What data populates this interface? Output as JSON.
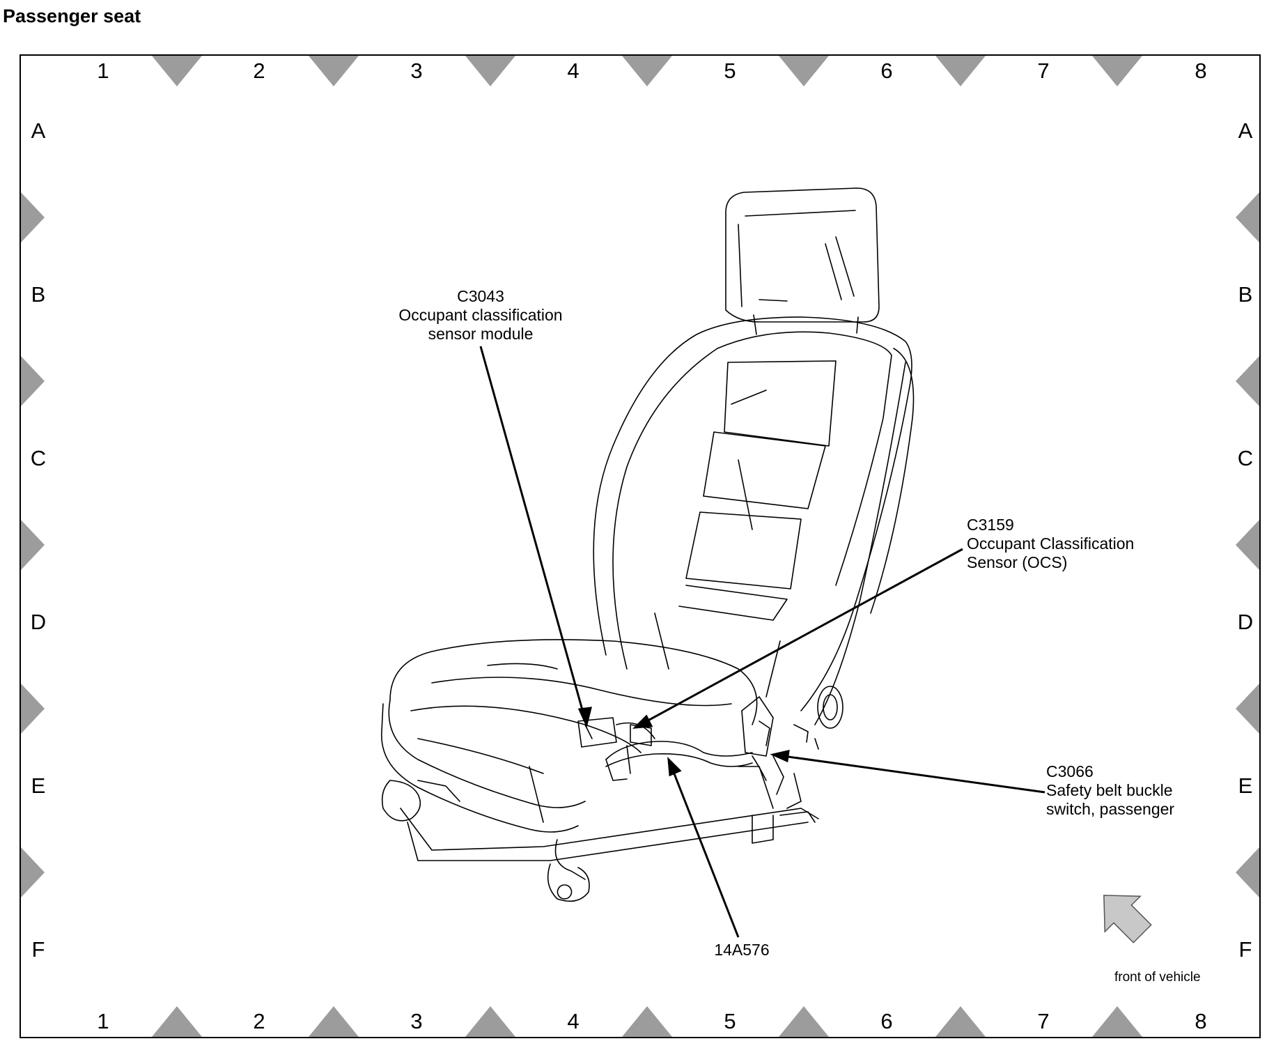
{
  "title": "Passenger seat",
  "grid": {
    "columns": [
      "1",
      "2",
      "3",
      "4",
      "5",
      "6",
      "7",
      "8"
    ],
    "rows": [
      "A",
      "B",
      "C",
      "D",
      "E",
      "F"
    ]
  },
  "callouts": {
    "c3043": {
      "code": "C3043",
      "line1": "Occupant classification",
      "line2": "sensor module"
    },
    "c3159": {
      "code": "C3159",
      "line1": "Occupant Classification",
      "line2": "Sensor (OCS)"
    },
    "c3066": {
      "code": "C3066",
      "line1": "Safety belt buckle",
      "line2": "switch, passenger"
    },
    "harness": {
      "code": "14A576"
    }
  },
  "orientation": {
    "label": "front of vehicle",
    "icon": "arrow-icon"
  },
  "colors": {
    "marker": "#9c9c9c",
    "line": "#000000"
  }
}
